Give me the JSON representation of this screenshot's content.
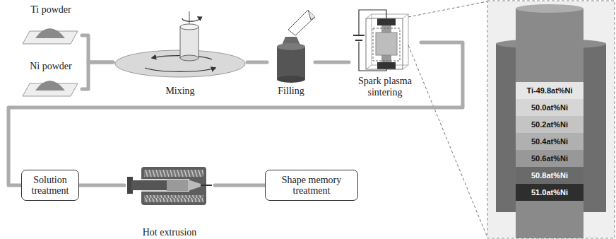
{
  "diagram": {
    "nodes": [
      {
        "text": [
          "Ti powder"
        ]
      },
      {
        "text": [
          "Ni powder"
        ]
      },
      {
        "text": [
          "Mixing"
        ]
      },
      {
        "text": [
          "Filling"
        ]
      },
      {
        "text": [
          "Spark plasma sintering"
        ]
      },
      {
        "text": [
          "Ti-49.8at%Ni"
        ]
      },
      {
        "text": [
          "50.0at%Ni"
        ]
      },
      {
        "text": [
          "50.2at%Ni"
        ]
      },
      {
        "text": [
          "50.4at%Ni"
        ]
      },
      {
        "text": [
          "50.6at%Ni"
        ]
      },
      {
        "text": [
          "50.8at%Ni"
        ]
      },
      {
        "text": [
          "51.0at%Ni"
        ]
      },
      {
        "text": [
          "Solution treatment"
        ]
      },
      {
        "text": [
          "Hot extrusion"
        ]
      },
      {
        "text": [
          "Shape memory treatment"
        ]
      }
    ],
    "edges": [
      {
        "from": 0,
        "to": 2,
        "arrow": "none"
      },
      {
        "from": 1,
        "to": 2,
        "arrow": "none"
      },
      {
        "from": 2,
        "to": 3,
        "arrow": "none"
      },
      {
        "from": 3,
        "to": 4,
        "arrow": "none"
      },
      {
        "from": 4,
        "to": 12,
        "arrow": "none"
      },
      {
        "from": 12,
        "to": 13,
        "arrow": "none"
      },
      {
        "from": 13,
        "to": 14,
        "arrow": "none"
      }
    ]
  }
}
